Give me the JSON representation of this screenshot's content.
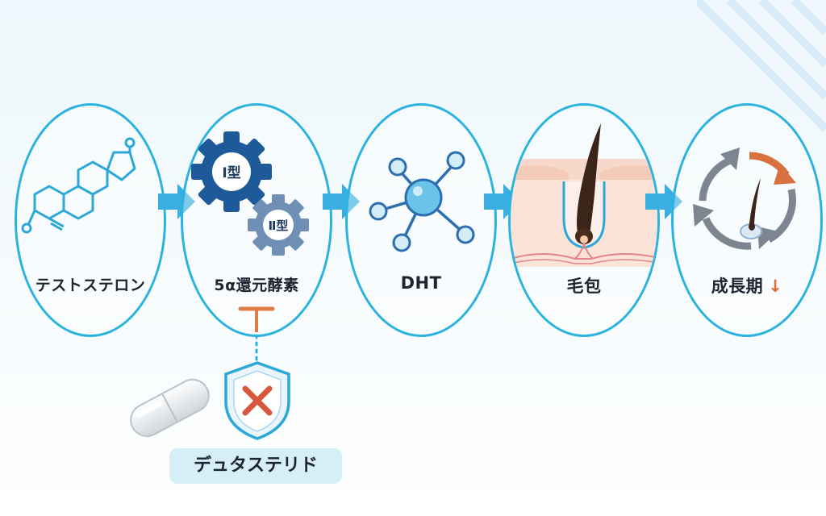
{
  "steps": [
    {
      "label": "テストステロン",
      "icon": "testosterone-molecule-icon"
    },
    {
      "label": "5α還元酵素",
      "icon": "enzyme-gears-icon",
      "gear_labels": [
        "Ⅰ型",
        "Ⅱ型"
      ]
    },
    {
      "label": "DHT",
      "icon": "dht-molecule-icon"
    },
    {
      "label": "毛包",
      "icon": "hair-follicle-icon"
    },
    {
      "label": "成長期",
      "trend": "↓",
      "icon": "hair-cycle-icon"
    }
  ],
  "inhibitor": {
    "label": "デュタステリド",
    "icon_shield": "shield-block-icon",
    "icon_capsule": "capsule-icon"
  },
  "colors": {
    "outline": "#2bb3e0",
    "arrow": "#3aaee0",
    "gear_primary": "#1e5a9a",
    "gear_secondary": "#6f8fb5",
    "block_x": "#d9573f",
    "inhibit_line": "#e07a48",
    "trend_down": "#e06a32"
  }
}
